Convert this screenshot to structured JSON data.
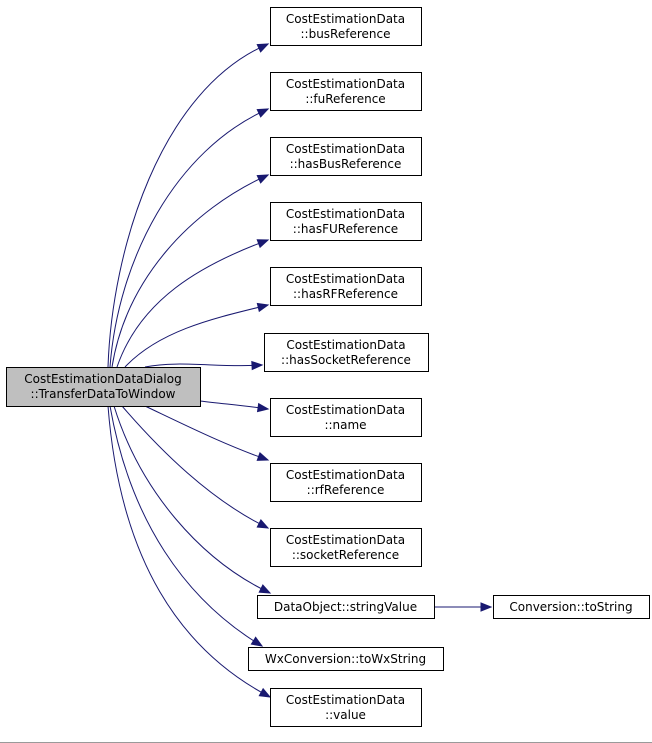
{
  "diagram": {
    "colors": {
      "edge": "#191970",
      "root_fill": "#bfbfbf",
      "node_fill": "#ffffff",
      "node_border": "#000000"
    },
    "root": {
      "line1": "CostEstimationDataDialog",
      "line2": "::TransferDataToWindow"
    },
    "callees": [
      {
        "id": "bus_ref",
        "line1": "CostEstimationData",
        "line2": "::busReference"
      },
      {
        "id": "fu_ref",
        "line1": "CostEstimationData",
        "line2": "::fuReference"
      },
      {
        "id": "has_bus_ref",
        "line1": "CostEstimationData",
        "line2": "::hasBusReference"
      },
      {
        "id": "has_fu_ref",
        "line1": "CostEstimationData",
        "line2": "::hasFUReference"
      },
      {
        "id": "has_rf_ref",
        "line1": "CostEstimationData",
        "line2": "::hasRFReference"
      },
      {
        "id": "has_socket_ref",
        "line1": "CostEstimationData",
        "line2": "::hasSocketReference"
      },
      {
        "id": "name",
        "line1": "CostEstimationData",
        "line2": "::name"
      },
      {
        "id": "rf_ref",
        "line1": "CostEstimationData",
        "line2": "::rfReference"
      },
      {
        "id": "socket_ref",
        "line1": "CostEstimationData",
        "line2": "::socketReference"
      },
      {
        "id": "string_value",
        "line1": "DataObject::stringValue",
        "line2": ""
      },
      {
        "id": "to_wx_string",
        "line1": "WxConversion::toWxString",
        "line2": ""
      },
      {
        "id": "value",
        "line1": "CostEstimationData",
        "line2": "::value"
      }
    ],
    "secondary": [
      {
        "id": "to_string",
        "from": "string_value",
        "line1": "Conversion::toString",
        "line2": ""
      }
    ]
  }
}
